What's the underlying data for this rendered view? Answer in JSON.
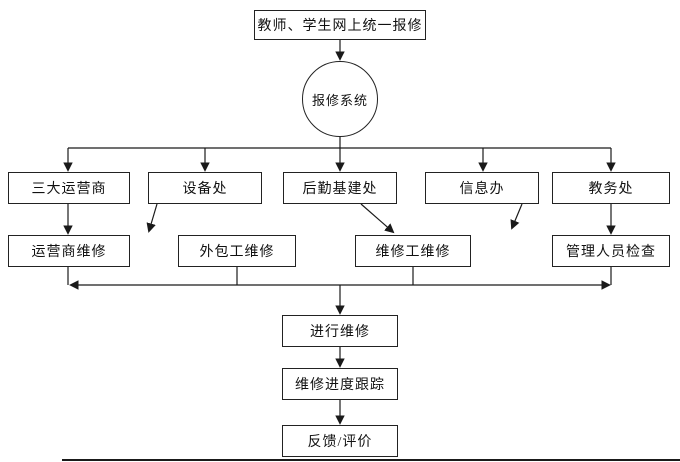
{
  "diagram": {
    "title_node": "教师、学生网上统一报修",
    "system_node": "报修系统",
    "departments": [
      "三大运营商",
      "设备处",
      "后勤基建处",
      "信息办",
      "教务处"
    ],
    "maintenance": [
      "运营商维修",
      "外包工维修",
      "维修工维修",
      "管理人员检查"
    ],
    "process": [
      "进行维修",
      "维修进度跟踪",
      "反馈/评价"
    ],
    "colors": {
      "line": "#1a1a1a",
      "box_border": "#222222",
      "background": "#ffffff"
    }
  }
}
